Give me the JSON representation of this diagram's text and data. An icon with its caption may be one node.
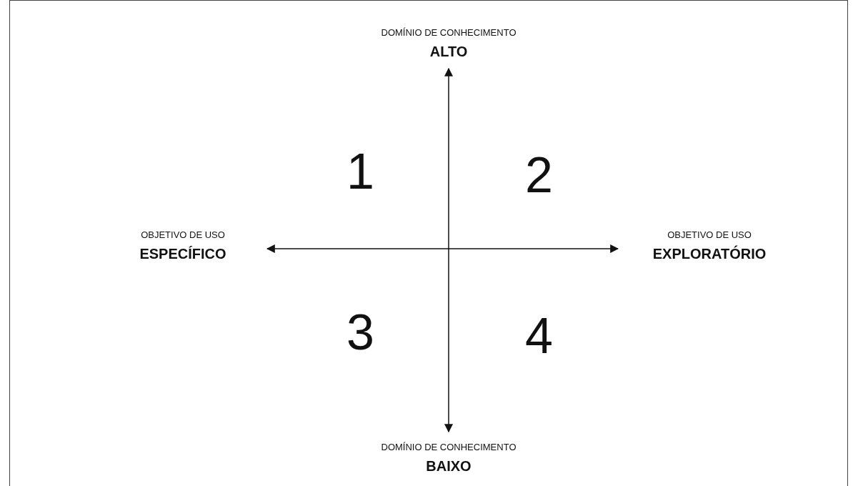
{
  "diagram": {
    "nodes": [
      {
        "text": [
          "DOMÍNIO DE CONHECIMENTO",
          "ALTO"
        ]
      },
      {
        "text": [
          "OBJETIVO DE USO",
          "ESPECÍFICO"
        ]
      },
      {
        "text": [
          "OBJETIVO DE USO",
          "EXPLORATÓRIO"
        ]
      },
      {
        "text": [
          "DOMÍNIO DE CONHECIMENTO",
          "BAIXO"
        ]
      }
    ],
    "edges": [
      {
        "from": 3,
        "to": 0,
        "arrow": "both"
      },
      {
        "from": 1,
        "to": 2,
        "arrow": "both"
      }
    ],
    "labels": [
      "1",
      "2",
      "3",
      "4"
    ]
  }
}
